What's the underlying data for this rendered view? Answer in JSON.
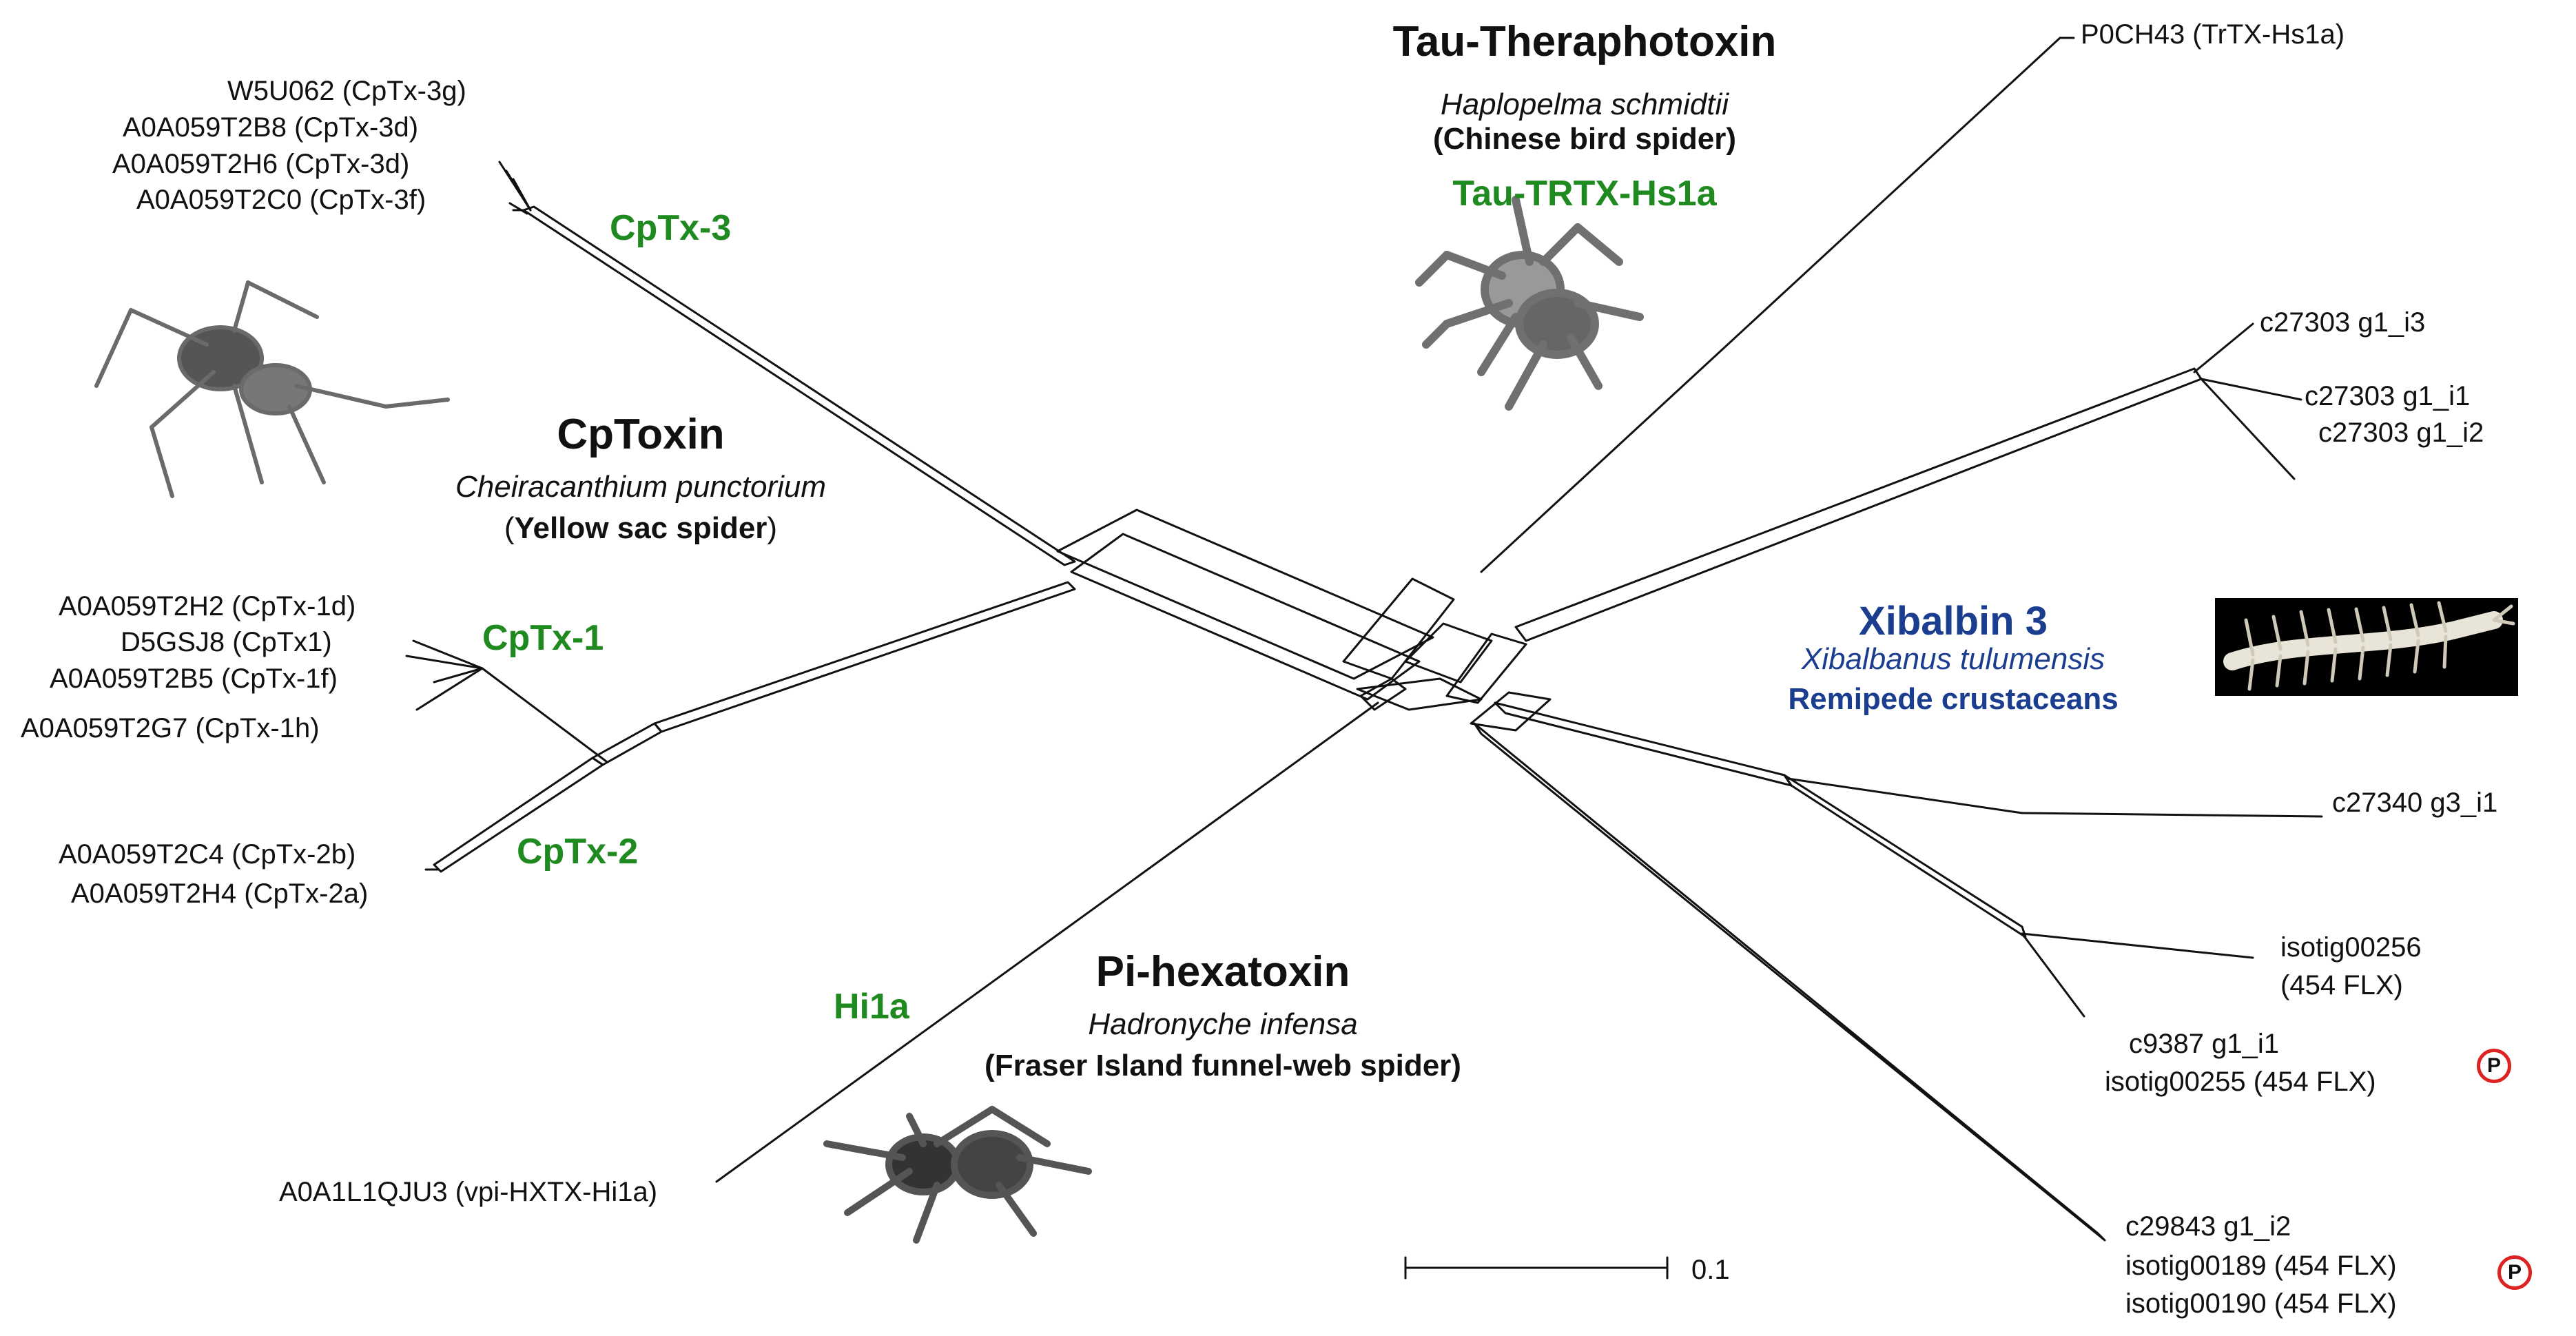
{
  "colors": {
    "group_label": "#1f8a1f",
    "xibalbin": "#1a3d8f",
    "p_marker": "#dd2222"
  },
  "groups": {
    "cptoxin": {
      "title": "CpToxin",
      "species": "Cheiracanthium punctorium",
      "common_open": "(",
      "common_name": "Yellow sac spider",
      "common_close": ")"
    },
    "tau": {
      "title": "Tau-Theraphotoxin",
      "species": "Haplopelma schmidtii",
      "common": "(Chinese bird spider)",
      "clade": "Tau-TRTX-Hs1a"
    },
    "pi": {
      "title": "Pi-hexatoxin",
      "species": "Hadronyche infensa",
      "common": "(Fraser Island funnel-web spider)",
      "clade": "Hi1a"
    },
    "xibalbin": {
      "title": "Xibalbin 3",
      "species": "Xibalbanus tulumensis",
      "common": "Remipede crustaceans"
    }
  },
  "clades": {
    "cptx3": "CpTx-3",
    "cptx1": "CpTx-1",
    "cptx2": "CpTx-2"
  },
  "leaves": {
    "cptx3": [
      "W5U062 (CpTx-3g)",
      "A0A059T2B8  (CpTx-3d)",
      "A0A059T2H6  (CpTx-3d)",
      "A0A059T2C0 (CpTx-3f)"
    ],
    "cptx1": [
      "A0A059T2H2 (CpTx-1d)",
      "D5GSJ8 (CpTx1)",
      "A0A059T2B5 (CpTx-1f)",
      "A0A059T2G7 (CpTx-1h)"
    ],
    "cptx2": [
      "A0A059T2C4 (CpTx-2b)",
      "A0A059T2H4 (CpTx-2a)"
    ],
    "hi1a": "A0A1L1QJU3 (vpi-HXTX-Hi1a)",
    "tau": "P0CH43 (TrTX-Hs1a)",
    "c27303_i3": "c27303 g1_i3",
    "c27303_i1": "c27303 g1_i1",
    "c27303_i2": "c27303 g1_i2",
    "c27340": "c27340 g3_i1",
    "isotig00256": [
      "isotig00256",
      "(454 FLX)"
    ],
    "c9387": [
      "c9387 g1_i1",
      "isotig00255 (454 FLX)"
    ],
    "c29843": [
      "c29843 g1_i2",
      "isotig00189 (454 FLX)",
      "isotig00190 (454 FLX)"
    ]
  },
  "markers": [
    "P",
    "P"
  ],
  "scale_bar": {
    "label": "0.1"
  },
  "icons": [
    "yellow-sac-spider-photo",
    "chinese-bird-spider-photo",
    "funnel-web-spider-photo",
    "remipede-photo"
  ]
}
